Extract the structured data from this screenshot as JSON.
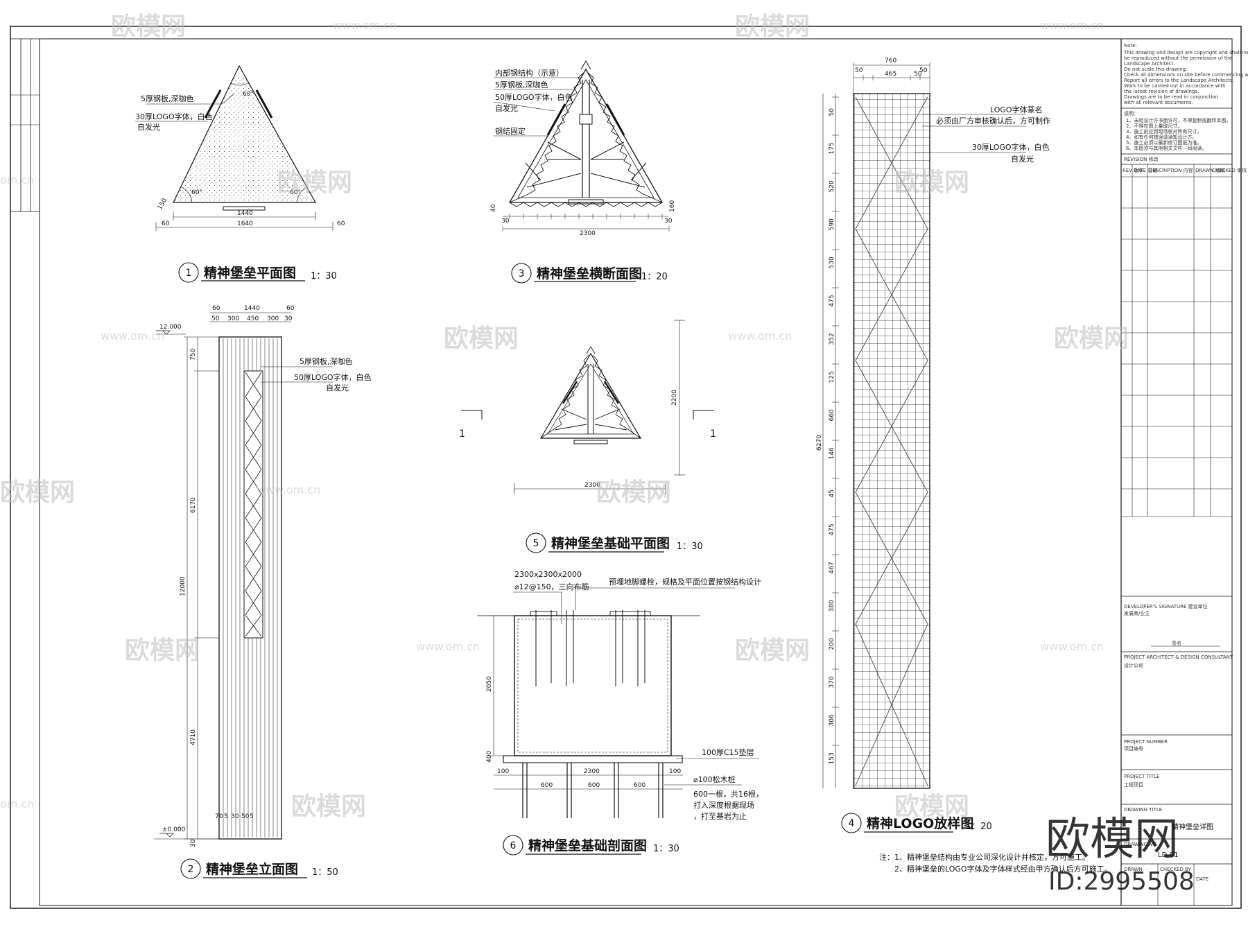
{
  "watermark": {
    "brand": "欧模网",
    "site": "www.om.cn",
    "site_short": "om.cn",
    "id": "ID:2995508"
  },
  "views": {
    "v1": {
      "num": "1",
      "title": "精神堡垒平面图",
      "scale": "1：30",
      "notes": [
        "5厚钢板,深咖色",
        "30厚LOGO字体，白色",
        "自发光"
      ],
      "dims": [
        "1440",
        "1640",
        "60",
        "60",
        "60°",
        "60°",
        "60°",
        "150"
      ]
    },
    "v2": {
      "num": "2",
      "title": "精神堡垒立面图",
      "scale": "1：50",
      "notes": [
        "5厚钢板,深咖色",
        "50厚LOGO字体，白色",
        "自发光"
      ],
      "top_dims": [
        "1440",
        "60",
        "60",
        "50",
        "300",
        "450",
        "300",
        "30"
      ],
      "side_dims": [
        "750",
        "6170",
        "4710",
        "12000",
        "30"
      ],
      "levels": [
        "12.000",
        "±0.000"
      ],
      "bottom_dims": [
        "70",
        "5",
        "30",
        "50",
        "5"
      ]
    },
    "v3": {
      "num": "3",
      "title": "精神堡垒横断面图",
      "scale": "1：20",
      "notes": [
        "内部钢结构（示意）",
        "5厚钢板,深咖色",
        "50厚LOGO字体，白色",
        "自发光",
        "钢结固定"
      ],
      "dims": [
        "2300",
        "30",
        "30",
        "40",
        "160"
      ]
    },
    "v4": {
      "num": "4",
      "title": "精神LOGO放样图",
      "scale": "1：20",
      "notes": [
        "LOGO字体篆名",
        "必须由厂方审核确认后，方可制作",
        "30厚LOGO字体，白色",
        "自发光"
      ],
      "top_dims": [
        "760",
        "50",
        "50",
        "465",
        "50"
      ],
      "side_dims": [
        "50",
        "175",
        "520",
        "590",
        "530",
        "475",
        "352",
        "125",
        "660",
        "146",
        "45",
        "475",
        "467",
        "380",
        "200",
        "370",
        "306",
        "153",
        "6270"
      ]
    },
    "v5": {
      "num": "5",
      "title": "精神堡垒基础平面图",
      "scale": "1：30",
      "dims": [
        "2300",
        "2200"
      ],
      "section_marks": [
        "1",
        "1"
      ]
    },
    "v6": {
      "num": "6",
      "title": "精神堡垒基础剖面图",
      "scale": "1：30",
      "notes": [
        "2300x2300x2000",
        "⌀12@150，三向布筋",
        "预埋地脚螺栓，规格及平面位置按钢结构设计",
        "100厚C15垫层",
        "⌀100松木桩",
        "600一根，共16根，",
        "打入深度根据现场",
        "，打至基岩为止"
      ],
      "dims": [
        "2050",
        "100",
        "100",
        "2300",
        "600",
        "600",
        "600",
        "400"
      ]
    }
  },
  "footnotes": [
    "注：1、精神堡垒结构由专业公司深化设计并核定，方可施工。",
    "2、精神堡垒的LOGO字体及字体样式经由甲方确认后方可施工。"
  ],
  "title_block": {
    "notes_heading": "Note:",
    "notes_en": [
      "This drawing and design are copyright and shall not",
      "be reproduced without the permission of the",
      "Landscape Architect.",
      "Do not scale this drawing.",
      "Check all dimensions on site before commencing work.",
      "Report all errors to the Landscape Architects.",
      "Work to be carried out in accordance with",
      "the latest revision of drawings.",
      "Drawings are to be read in conjunction",
      "with all relevant documents."
    ],
    "notes_cn_heading": "说明：",
    "notes_cn": [
      "1、未经设计方书面许可，不得复制或翻印本图。",
      "2、不得在图上量取尺寸。",
      "3、施工前应到现场核对所有尺寸。",
      "4、如有任何错误请通知设计方。",
      "5、施工必须以最新修订图纸为准。",
      "6、本图须与其他相关文件一同阅读。"
    ],
    "revision_heading": "REVISION 修改",
    "revision_cols": [
      "REV 版本",
      "DATE 日期",
      "DESCRIPTION 内容",
      "DRAWN 绘制",
      "CHECKED 审核"
    ],
    "developer_label": "DEVELOPER'S SIGNATURE 建设单位",
    "developer_value": "发展商/业主",
    "sign_label": "签名",
    "consultant_label": "PROJECT ARCHITECT & DESIGN CONSULTANT",
    "consultant_value": "设计公司",
    "project_number_label": "PROJECT NUMBER",
    "project_number_value": "项目编号",
    "project_title_label": "PROJECT TITLE",
    "project_title_value": "工程项目",
    "drawing_title_label": "DRAWING TITLE",
    "drawing_title_value": "精神堡垒详图",
    "drawing_no_label": "DRAWING NO.",
    "drawing_no_value": "LD-01",
    "drawn_label": "DRAWN",
    "checked_label": "CHECKED BY",
    "date_label": "DATE"
  }
}
